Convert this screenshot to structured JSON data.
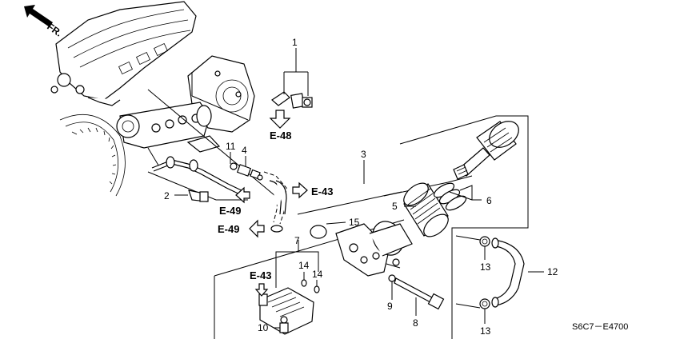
{
  "orientation": {
    "label": "FR."
  },
  "callouts": [
    "1",
    "2",
    "3",
    "4",
    "5",
    "6",
    "7",
    "8",
    "9",
    "10",
    "11",
    "12",
    "13",
    "13",
    "14",
    "14",
    "15"
  ],
  "references": [
    "E-48",
    "E-43",
    "E-43",
    "E-49",
    "E-49"
  ],
  "diagram_code": "S6C7－E4700"
}
